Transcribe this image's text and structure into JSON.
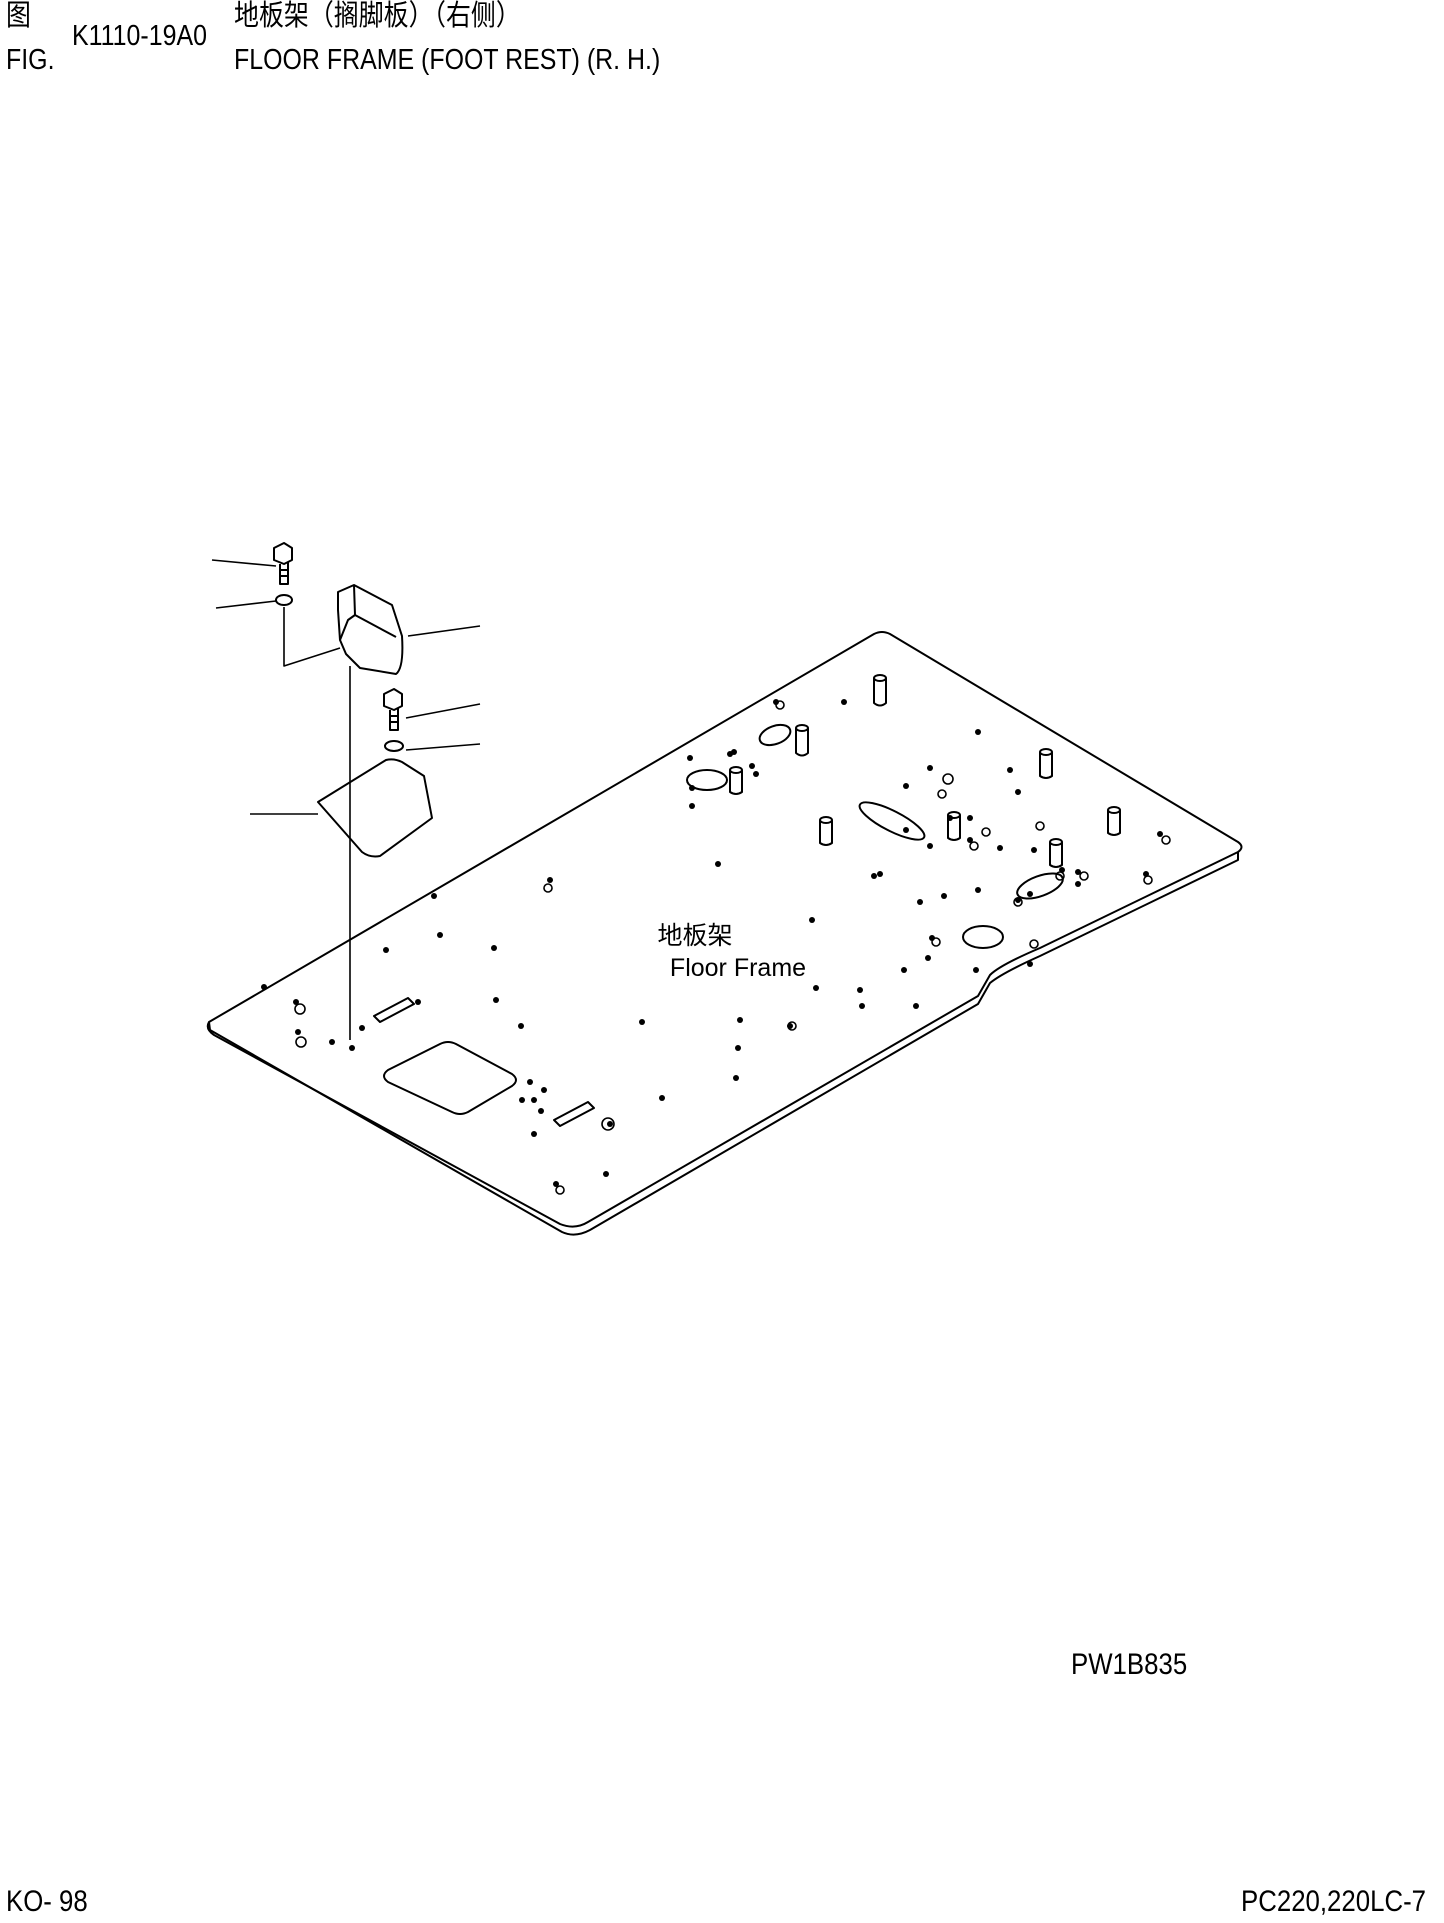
{
  "header": {
    "fig_label_cn": "图",
    "fig_label_en": "FIG.",
    "fig_number": "K1110-19A0",
    "title_cn": "地板架（搁脚板）（右侧）",
    "title_en": "FLOOR FRAME (FOOT REST) (R. H.)"
  },
  "drawing": {
    "part_label_cn": "地板架",
    "part_label_en": "Floor Frame",
    "drawing_code": "PW1B835"
  },
  "footer": {
    "page": "KO- 98",
    "model": "PC220,220LC-7"
  }
}
